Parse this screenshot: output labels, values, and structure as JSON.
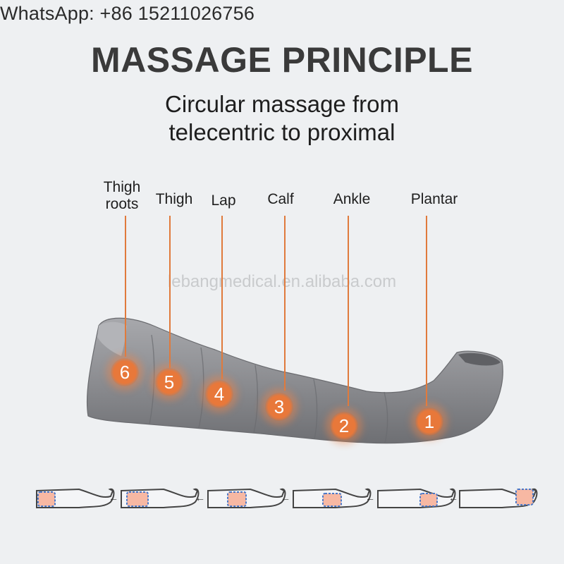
{
  "contact": "WhatsApp: +86 15211026756",
  "title": "MASSAGE PRINCIPLE",
  "subtitle": [
    "Circular massage from",
    "telecentric to proximal"
  ],
  "watermark": "lebangmedical.en.alibaba.com",
  "zones": [
    {
      "label": [
        "Thigh",
        "roots"
      ],
      "number": "6"
    },
    {
      "label": [
        "Thigh"
      ],
      "number": "5"
    },
    {
      "label": [
        "Lap"
      ],
      "number": "4"
    },
    {
      "label": [
        "Calf"
      ],
      "number": "3"
    },
    {
      "label": [
        "Ankle"
      ],
      "number": "2"
    },
    {
      "label": [
        "Plantar"
      ],
      "number": "1"
    }
  ],
  "sequence_arrow": "←",
  "colors": {
    "accent": "#e8783a",
    "garment": "#8e8f93",
    "title": "#3a3a3a"
  }
}
